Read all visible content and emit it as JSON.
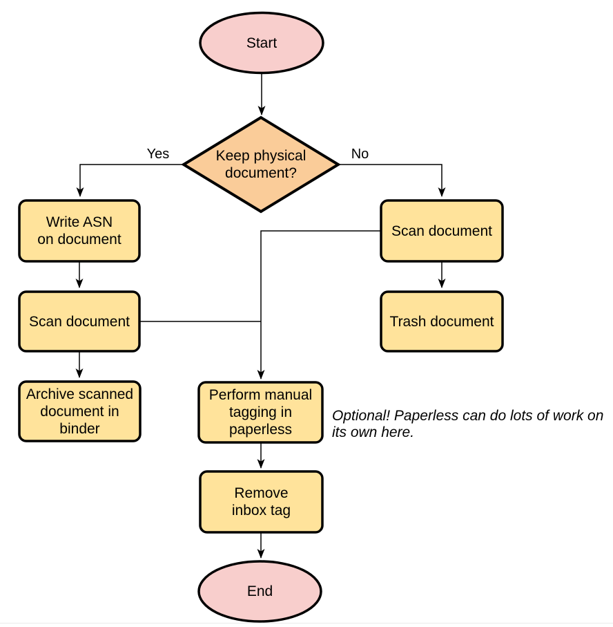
{
  "colors": {
    "terminal_fill": "#F8CECC",
    "decision_fill": "#FACC99",
    "process_fill": "#FFE39B",
    "stroke": "#000000",
    "page_edge_line": "#EDEDED"
  },
  "nodes": {
    "start": {
      "label": "Start"
    },
    "decision": {
      "label": "Keep physical\ndocument?"
    },
    "write_asn": {
      "label": "Write ASN\non document"
    },
    "scan_left": {
      "label": "Scan document"
    },
    "archive": {
      "label": "Archive scanned\ndocument in\nbinder"
    },
    "scan_right": {
      "label": "Scan document"
    },
    "trash": {
      "label": "Trash document"
    },
    "tagging": {
      "label": "Perform manual\ntagging in\npaperless"
    },
    "remove_inbox": {
      "label": "Remove\ninbox tag"
    },
    "end": {
      "label": "End"
    }
  },
  "edge_labels": {
    "yes": "Yes",
    "no": "No"
  },
  "annotations": {
    "optional_note": "Optional! Paperless can do lots of work on\nits own here."
  }
}
